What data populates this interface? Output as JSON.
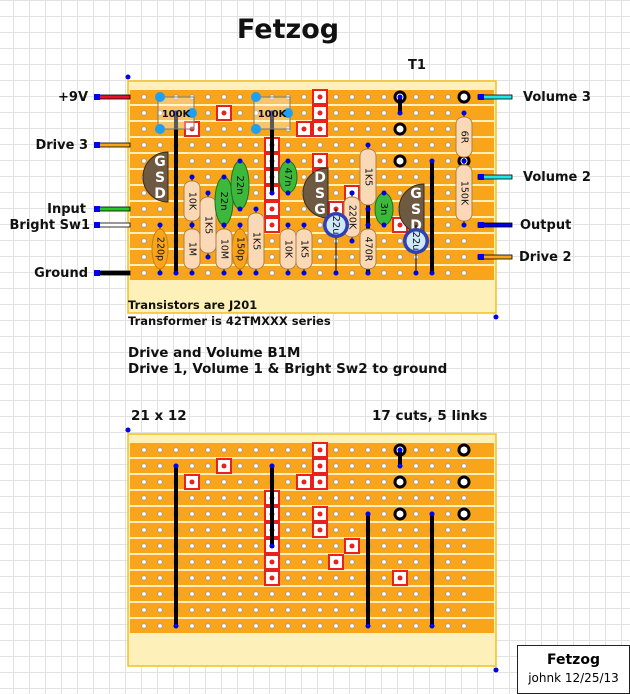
{
  "title": "Fetzog",
  "transformer_label": "T1",
  "board": {
    "columns": 21,
    "rows": 12
  },
  "colors": {
    "strip": "#f8a51c",
    "board": "#fdf0b8",
    "cut": "#e8201e",
    "link": "#000000",
    "wire_dot": "#0000e8"
  },
  "left_wires": [
    {
      "label": "+9V",
      "row": 0,
      "color": "#e8102a"
    },
    {
      "label": "Drive 3",
      "row": 3,
      "color": "#f8a51c"
    },
    {
      "label": "Input",
      "row": 7,
      "color": "#22cc22"
    },
    {
      "label": "Bright Sw1",
      "row": 8,
      "color": "#ffffff"
    },
    {
      "label": "Ground",
      "row": 11,
      "color": "#000000"
    }
  ],
  "right_wires": [
    {
      "label": "Volume 3",
      "row": 0,
      "color": "#22e6ee"
    },
    {
      "label": "Volume 2",
      "row": 5,
      "color": "#22e6ee"
    },
    {
      "label": "Output",
      "row": 8,
      "color": "#0000e8"
    },
    {
      "label": "Drive 2",
      "row": 10,
      "color": "#f8a51c"
    }
  ],
  "cuts": [
    [
      5,
      1
    ],
    [
      3,
      2
    ],
    [
      11,
      0
    ],
    [
      11,
      1
    ],
    [
      11,
      2
    ],
    [
      11,
      4
    ],
    [
      11,
      5
    ],
    [
      8,
      3
    ],
    [
      8,
      4
    ],
    [
      8,
      5
    ],
    [
      8,
      6
    ],
    [
      8,
      7
    ],
    [
      8,
      8
    ],
    [
      13,
      6
    ],
    [
      12,
      7
    ],
    [
      10,
      2
    ],
    [
      16,
      8
    ]
  ],
  "links": [
    [
      2,
      1,
      2,
      11
    ],
    [
      8,
      1,
      8,
      6
    ],
    [
      14,
      4,
      14,
      11
    ],
    [
      16,
      0,
      16,
      1
    ],
    [
      18,
      4,
      18,
      11
    ]
  ],
  "components": {
    "trimmers": [
      {
        "label": "100K"
      },
      {
        "label": "100K"
      }
    ],
    "resistors": [
      "10K",
      "1K5",
      "10M",
      "1M",
      "1K5",
      "10K",
      "1K5",
      "1K5",
      "220K",
      "470R",
      "150K",
      "6R"
    ],
    "ceramic_caps": [
      "220p",
      "150p"
    ],
    "film_caps": [
      "22n",
      "22n",
      "47n",
      "3n"
    ],
    "electrolytics": [
      "22u",
      "22u"
    ],
    "transistor_pins": [
      "G",
      "S",
      "D"
    ]
  },
  "notes": {
    "transistors": "Transistors are J201",
    "transformer": "Transformer is 42TMXXX series",
    "pots": "Drive and Volume B1M",
    "grounds": "Drive 1, Volume 1 & Bright Sw2 to ground",
    "size": "21 x 12",
    "counts": "17 cuts, 5 links"
  },
  "stamp": {
    "name": "Fetzog",
    "author_date": "johnk 12/25/13"
  }
}
